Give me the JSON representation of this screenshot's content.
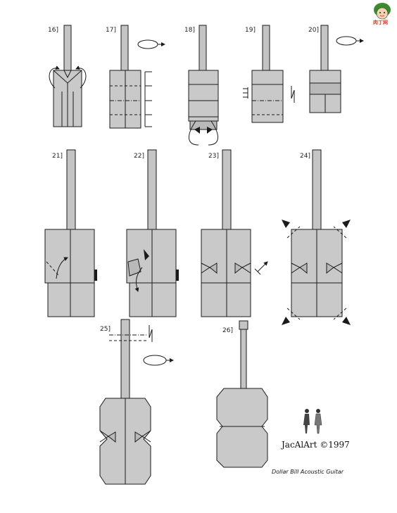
{
  "steps": [
    {
      "id": "16",
      "label": "16]"
    },
    {
      "id": "17",
      "label": "17]"
    },
    {
      "id": "18",
      "label": "18]"
    },
    {
      "id": "19",
      "label": "19]"
    },
    {
      "id": "20",
      "label": "20]"
    },
    {
      "id": "21",
      "label": "21]"
    },
    {
      "id": "22",
      "label": "22]"
    },
    {
      "id": "23",
      "label": "23]"
    },
    {
      "id": "24",
      "label": "24]"
    },
    {
      "id": "25",
      "label": "25]"
    },
    {
      "id": "26",
      "label": "26]"
    }
  ],
  "logo": {
    "text": "肉丁网",
    "icon": "character-face-icon",
    "color": "#d13b2a"
  },
  "credit": {
    "text": "JacAlArt ©1997"
  },
  "caption": {
    "text": "Dollar Bill Acoustic Guitar"
  },
  "colors": {
    "paper": "#c9c9c9",
    "outline": "#1a1a1a",
    "logo_accent": "#d13b2a",
    "logo_hair": "#3a8a2e"
  }
}
